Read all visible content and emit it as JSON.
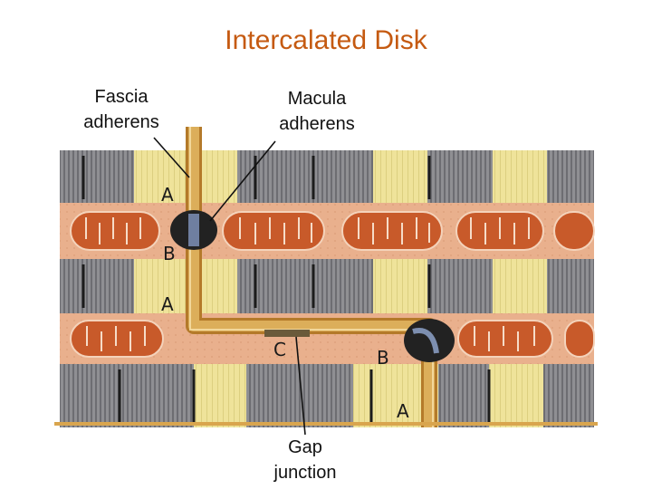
{
  "title": "Intercalated Disk",
  "labels": {
    "fascia": [
      "Fascia",
      "adherens"
    ],
    "macula": [
      "Macula",
      "adherens"
    ],
    "gap": [
      "Gap",
      "junction"
    ]
  },
  "diagram_letters": {
    "a_top": "A",
    "b_left": "B",
    "a_mid": "A",
    "c": "C",
    "b_right": "B",
    "a_bottom": "A"
  },
  "colors": {
    "title": "#c55a11",
    "i_band": "#efe39a",
    "a_band": "#8f8f93",
    "sarcoplasm": "#e9b08d",
    "mitochondria": "#c85a2a",
    "disk_membrane": "#d9a54e",
    "desmosome": "#222222"
  }
}
